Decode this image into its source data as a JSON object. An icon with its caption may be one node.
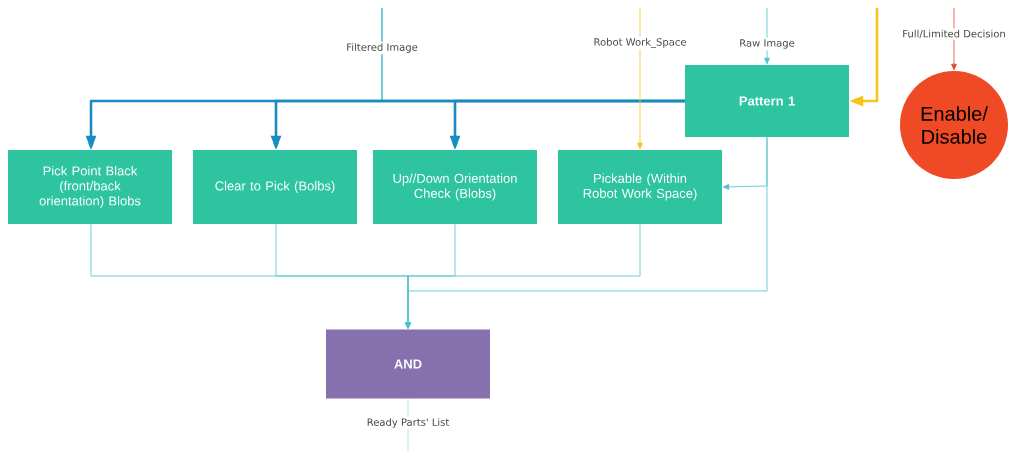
{
  "diagram": {
    "nodes": [
      {
        "text": [
          "Pick Point Black (front/back orientation) Blobs"
        ]
      },
      {
        "text": [
          "Clear to Pick (Bolbs)"
        ]
      },
      {
        "text": [
          "Up//Down Orientation Check (Blobs)"
        ]
      },
      {
        "text": [
          "Pickable (Within Robot Work Space)"
        ]
      },
      {
        "text": [
          "Pattern 1"
        ]
      },
      {
        "text": [
          "Enable/ Disable"
        ]
      },
      {
        "text": [
          "AND"
        ]
      }
    ],
    "edges": [
      {
        "from": null,
        "to": 0,
        "arrow": "to",
        "label": "Filtered Image"
      },
      {
        "from": null,
        "to": 1,
        "arrow": "to"
      },
      {
        "from": null,
        "to": 2,
        "arrow": "to"
      },
      {
        "from": 4,
        "to": 0,
        "arrow": "to",
        "style": "thick",
        "color": "#1a8cbf"
      },
      {
        "from": 4,
        "to": 1,
        "arrow": "to",
        "style": "thick",
        "color": "#1a8cbf"
      },
      {
        "from": 4,
        "to": 2,
        "arrow": "to",
        "style": "thick",
        "color": "#1a8cbf"
      },
      {
        "from": null,
        "to": 3,
        "arrow": "to",
        "label": "Robot Work_Space",
        "color": "#f5c518"
      },
      {
        "from": null,
        "to": 4,
        "arrow": "to",
        "label": "Raw Image"
      },
      {
        "from": null,
        "to": 4,
        "arrow": "to",
        "style": "thick",
        "color": "#f5c518"
      },
      {
        "from": null,
        "to": 5,
        "arrow": "to",
        "label": "Full/Limited Decision",
        "color": "#e8472a"
      },
      {
        "from": 4,
        "to": 3,
        "arrow": "to"
      },
      {
        "from": 4,
        "to": 6,
        "arrow": "to"
      },
      {
        "from": 0,
        "to": 6,
        "arrow": "to"
      },
      {
        "from": 1,
        "to": 6,
        "arrow": "to"
      },
      {
        "from": 2,
        "to": 6,
        "arrow": "to"
      },
      {
        "from": 3,
        "to": 6,
        "arrow": "to"
      },
      {
        "from": 6,
        "to": null,
        "arrow": "none",
        "label": "Ready Parts' List"
      }
    ]
  }
}
